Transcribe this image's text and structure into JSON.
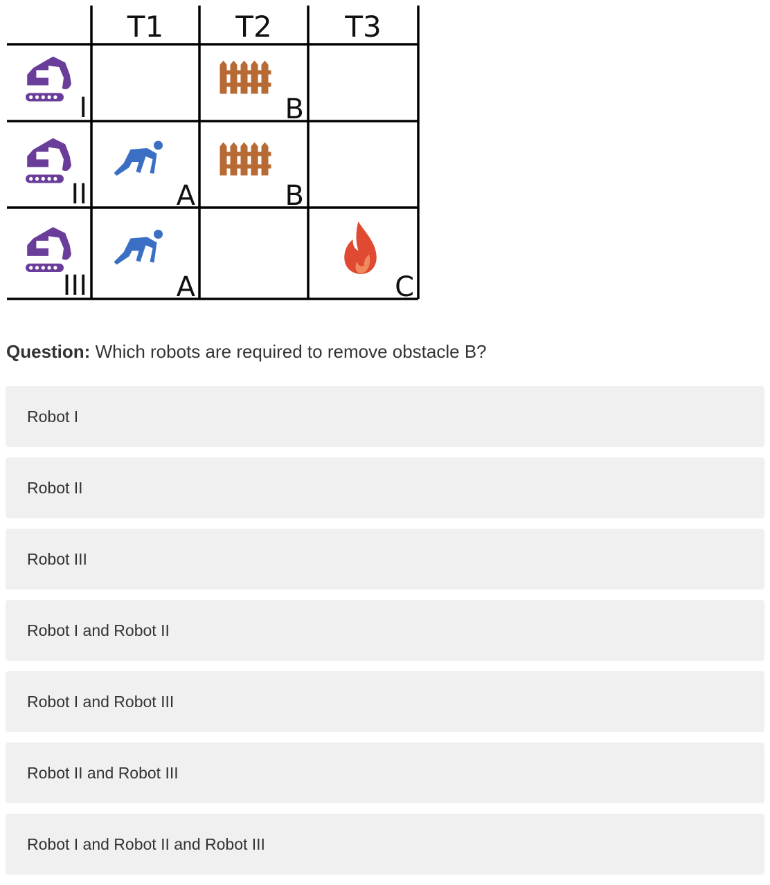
{
  "grid": {
    "column_headers": [
      "T1",
      "T2",
      "T3"
    ],
    "rows": [
      {
        "robot_label": "I",
        "robot_icon": "excavator-icon",
        "cells": [
          {
            "icon": null,
            "label": ""
          },
          {
            "icon": "fence-icon",
            "label": "B"
          },
          {
            "icon": null,
            "label": ""
          }
        ]
      },
      {
        "robot_label": "II",
        "robot_icon": "excavator-icon",
        "cells": [
          {
            "icon": "crawling-person-icon",
            "label": "A"
          },
          {
            "icon": "fence-icon",
            "label": "B"
          },
          {
            "icon": null,
            "label": ""
          }
        ]
      },
      {
        "robot_label": "III",
        "robot_icon": "excavator-icon",
        "cells": [
          {
            "icon": "crawling-person-icon",
            "label": "A"
          },
          {
            "icon": null,
            "label": ""
          },
          {
            "icon": "fire-icon",
            "label": "C"
          }
        ]
      }
    ],
    "colors": {
      "robot": "#6a3d9a",
      "person": "#3b6fc4",
      "fence": "#b86a35",
      "fire": "#e04a32"
    }
  },
  "question": {
    "prefix": "Question:",
    "text": " Which robots are required to remove obstacle B?"
  },
  "options": [
    "Robot I",
    "Robot II",
    "Robot III",
    "Robot I and Robot II",
    "Robot I and Robot III",
    "Robot II and Robot III",
    "Robot I and Robot II and Robot III"
  ]
}
